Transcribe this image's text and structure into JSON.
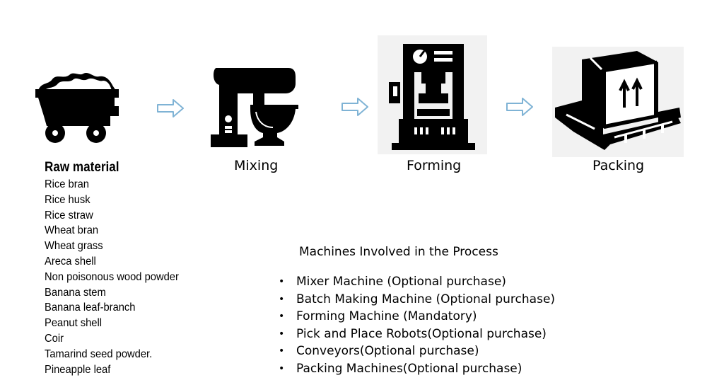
{
  "steps": [
    {
      "label": "Mixing"
    },
    {
      "label": "Forming"
    },
    {
      "label": "Packing"
    }
  ],
  "raw_material": {
    "title": "Raw material",
    "items": [
      "Rice bran",
      "Rice husk",
      "Rice straw",
      "Wheat bran",
      "Wheat grass",
      "Areca shell",
      "Non poisonous wood powder",
      "Banana stem",
      "Banana leaf-branch",
      "Peanut shell",
      "Coir",
      "Tamarind seed powder.",
      "Pineapple leaf"
    ]
  },
  "machines": {
    "title": "Machines Involved in the Process",
    "bullet": "•",
    "items": [
      "Mixer Machine (Optional purchase)",
      "Batch Making Machine (Optional purchase)",
      "Forming Machine (Mandatory)",
      "Pick and Place Robots(Optional purchase)",
      "Conveyors(Optional purchase)",
      "Packing Machines(Optional purchase)"
    ]
  },
  "icons": [
    "cart-icon",
    "mixer-icon",
    "press-machine-icon",
    "package-pallet-icon"
  ],
  "colors": {
    "arrow_stroke": "#7fb3d5",
    "icon_fill": "#000000",
    "icon_bg": "#f2f2f2"
  }
}
